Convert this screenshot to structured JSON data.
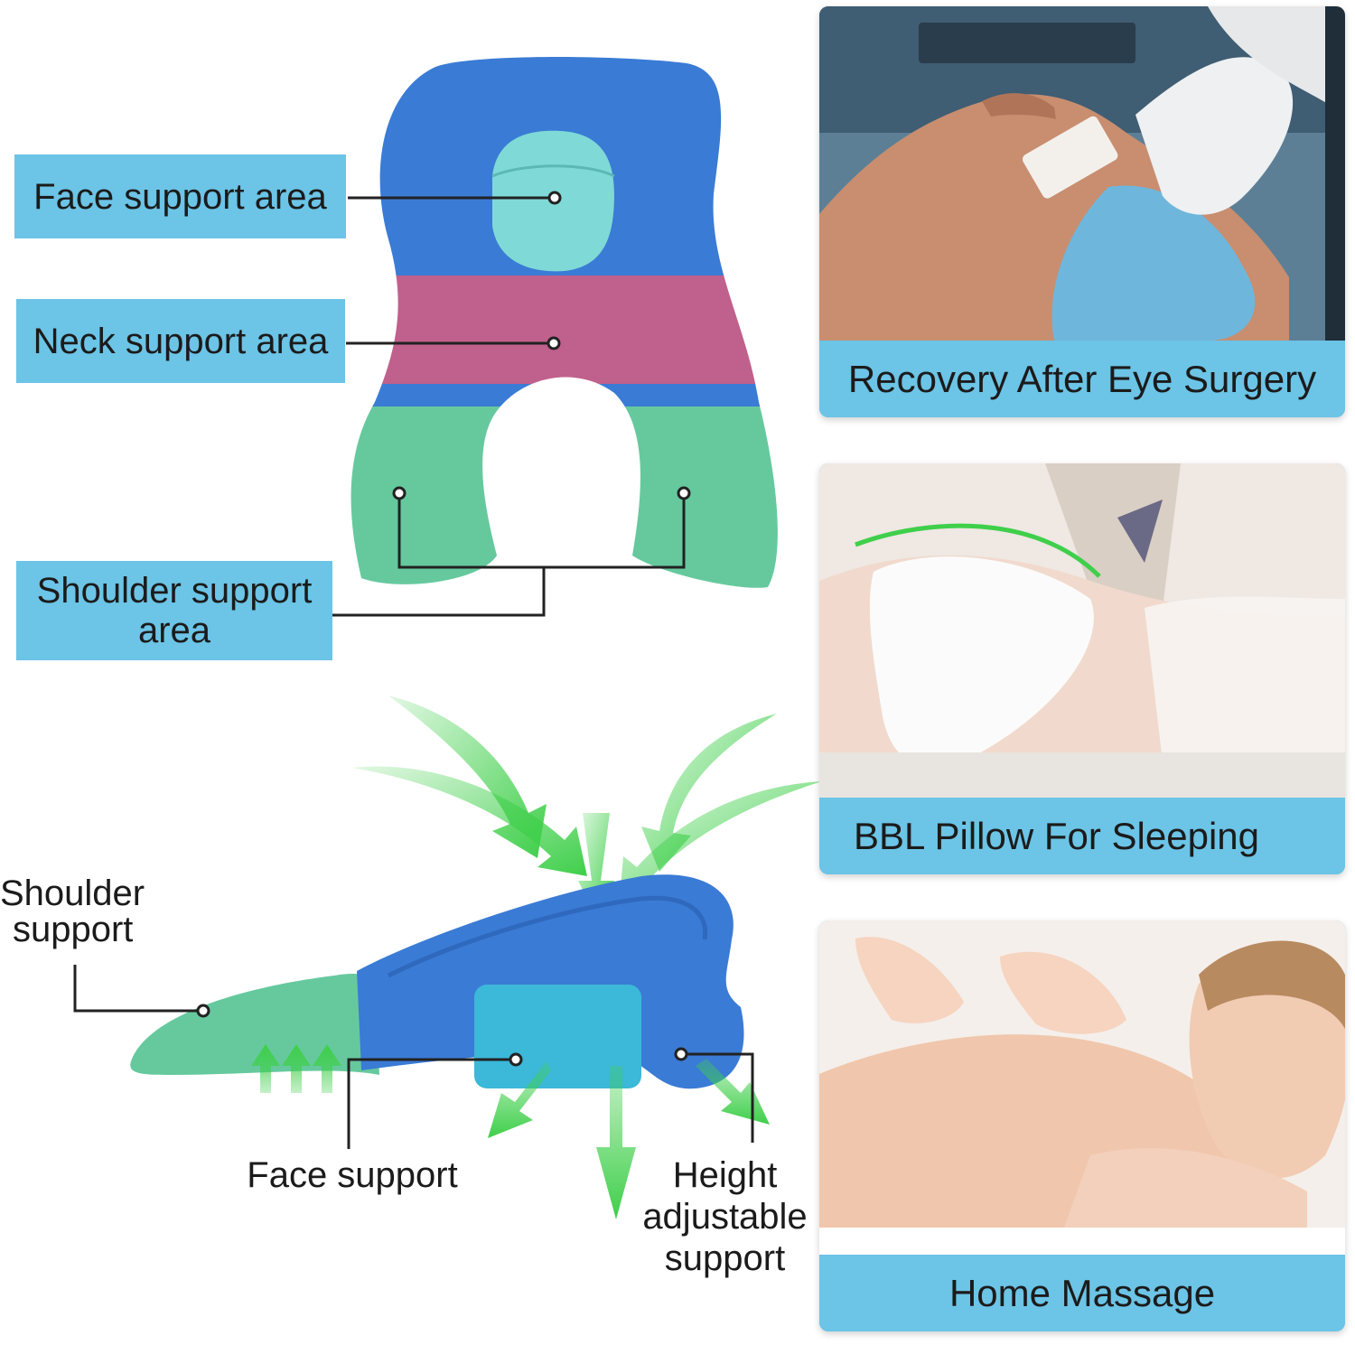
{
  "top_diagram": {
    "labels": {
      "face": "Face support area",
      "neck": "Neck support area",
      "shoulder_line1": "Shoulder support",
      "shoulder_line2": "area"
    },
    "pillow_colors": {
      "blue": "#3a7bd5",
      "pink": "#c0608c",
      "green": "#66c99e",
      "face_cushion": "#7fd9d6"
    }
  },
  "side_diagram": {
    "labels": {
      "shoulder_line1": "Shoulder",
      "shoulder_line2": "support",
      "face": "Face support",
      "height_line1": "Height",
      "height_line2": "adjustable",
      "height_line3": "support"
    },
    "arrow_color": "#3fcf4a"
  },
  "use_cases": [
    {
      "caption": "Recovery After Eye Surgery",
      "scene": "eye-surgery-patient"
    },
    {
      "caption": "BBL Pillow For Sleeping",
      "scene": "woman-lying-on-stomach"
    },
    {
      "caption": "Home Massage",
      "scene": "back-massage"
    }
  ],
  "colors": {
    "label_box": "#6cc4e6",
    "callout_line": "#222222"
  }
}
